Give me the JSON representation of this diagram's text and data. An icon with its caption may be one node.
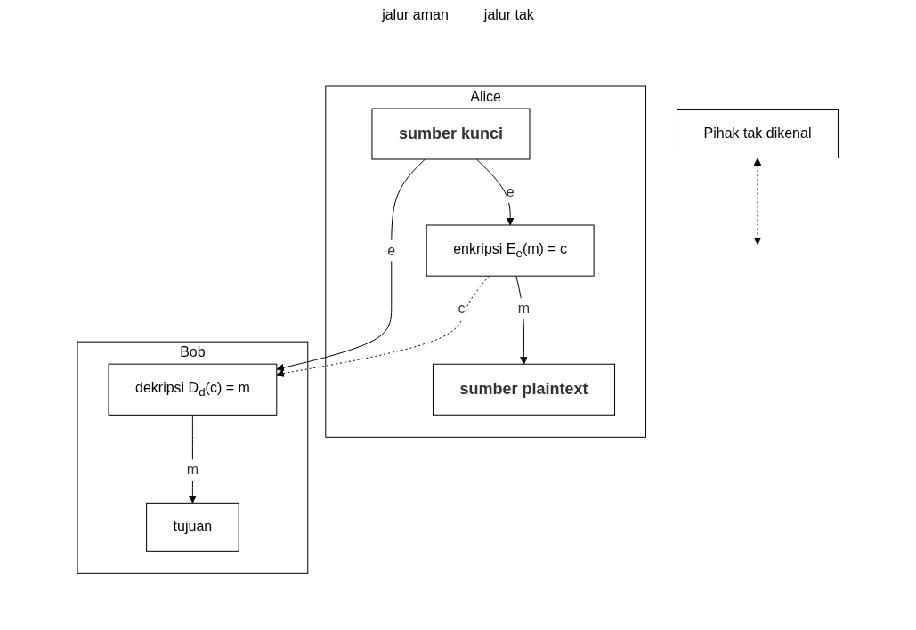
{
  "diagram": {
    "nodes": [
      {
        "text": [
          "Pihak tak dikenal"
        ]
      },
      {
        "text": [
          "Alice"
        ]
      },
      {
        "text": [
          "sumber kunci"
        ],
        "in": 1
      },
      {
        "text": [
          "enkripsi E$_{e}$(m) = c"
        ],
        "in": 1
      },
      {
        "text": [
          "sumber plaintext"
        ],
        "in": 1
      },
      {
        "text": [
          "Bob"
        ]
      },
      {
        "text": [
          "dekripsi D$_{d}$(c) = m"
        ],
        "in": 5
      },
      {
        "text": [
          "tujuan"
        ],
        "in": 5
      }
    ],
    "edges": [
      {
        "from": 2,
        "to": 6,
        "arrow": "to",
        "label": "e"
      },
      {
        "from": 2,
        "to": 3,
        "arrow": "to",
        "label": "e"
      },
      {
        "from": 3,
        "to": 4,
        "arrow": "to",
        "label": "m"
      },
      {
        "from": 3,
        "to": 6,
        "arrow": "to",
        "label": "c",
        "style": "dashed"
      },
      {
        "from": 0,
        "to": null,
        "arrow": "both",
        "style": "dashed"
      },
      {
        "from": 6,
        "to": 7,
        "arrow": "to",
        "label": "m"
      }
    ],
    "labels": [
      "jalur aman",
      "jalur tak"
    ]
  }
}
